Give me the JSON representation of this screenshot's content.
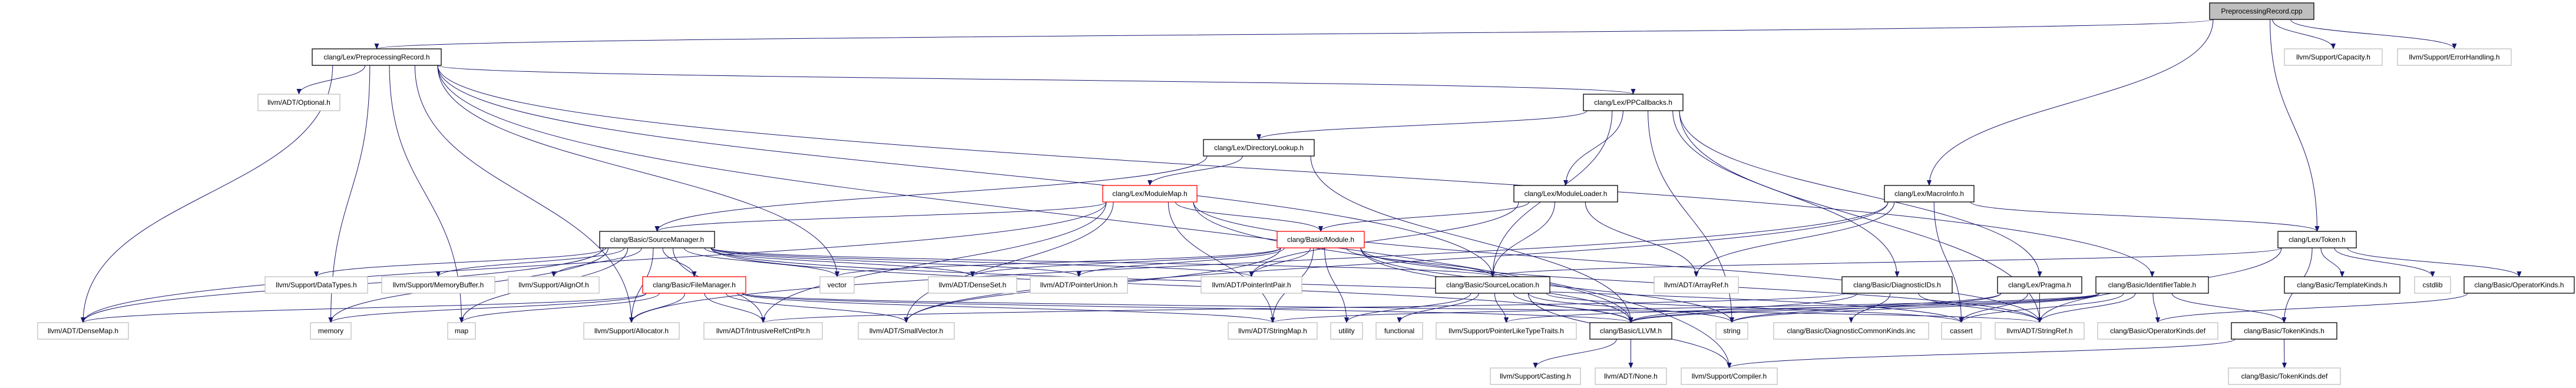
{
  "graph": {
    "edge_color": "#191970",
    "border_colors": {
      "documented": "#000000",
      "external": "#bfbfbf",
      "truncated": "#ff0000"
    },
    "root_fill": "#bfbfbf",
    "nodes": [
      {
        "id": "cpp",
        "label": "PreprocessingRecord.cpp",
        "kind": "root"
      },
      {
        "id": "prh",
        "label": "clang/Lex/PreprocessingRecord.h",
        "kind": "documented"
      },
      {
        "id": "capacity",
        "label": "llvm/Support/Capacity.h",
        "kind": "external"
      },
      {
        "id": "errh",
        "label": "llvm/Support/ErrorHandling.h",
        "kind": "external"
      },
      {
        "id": "optional",
        "label": "llvm/ADT/Optional.h",
        "kind": "external"
      },
      {
        "id": "ppcb",
        "label": "clang/Lex/PPCallbacks.h",
        "kind": "documented"
      },
      {
        "id": "dirlookup",
        "label": "clang/Lex/DirectoryLookup.h",
        "kind": "documented"
      },
      {
        "id": "modmap",
        "label": "clang/Lex/ModuleMap.h",
        "kind": "truncated"
      },
      {
        "id": "modloader",
        "label": "clang/Lex/ModuleLoader.h",
        "kind": "documented"
      },
      {
        "id": "macroinfo",
        "label": "clang/Lex/MacroInfo.h",
        "kind": "documented"
      },
      {
        "id": "srcmgr",
        "label": "clang/Basic/SourceManager.h",
        "kind": "documented"
      },
      {
        "id": "module",
        "label": "clang/Basic/Module.h",
        "kind": "truncated"
      },
      {
        "id": "token",
        "label": "clang/Lex/Token.h",
        "kind": "documented"
      },
      {
        "id": "datatypes",
        "label": "llvm/Support/DataTypes.h",
        "kind": "external"
      },
      {
        "id": "membuf",
        "label": "llvm/Support/MemoryBuffer.h",
        "kind": "external"
      },
      {
        "id": "alignof",
        "label": "llvm/Support/AlignOf.h",
        "kind": "external"
      },
      {
        "id": "filemgr",
        "label": "clang/Basic/FileManager.h",
        "kind": "truncated"
      },
      {
        "id": "vector",
        "label": "vector",
        "kind": "external"
      },
      {
        "id": "denseset",
        "label": "llvm/ADT/DenseSet.h",
        "kind": "external"
      },
      {
        "id": "ptrunion",
        "label": "llvm/ADT/PointerUnion.h",
        "kind": "external"
      },
      {
        "id": "ptrintpair",
        "label": "llvm/ADT/PointerIntPair.h",
        "kind": "external"
      },
      {
        "id": "srcloc",
        "label": "clang/Basic/SourceLocation.h",
        "kind": "documented"
      },
      {
        "id": "arrayref",
        "label": "llvm/ADT/ArrayRef.h",
        "kind": "external"
      },
      {
        "id": "diagids",
        "label": "clang/Basic/DiagnosticIDs.h",
        "kind": "documented"
      },
      {
        "id": "pragma",
        "label": "clang/Lex/Pragma.h",
        "kind": "documented"
      },
      {
        "id": "idtable",
        "label": "clang/Basic/IdentifierTable.h",
        "kind": "documented"
      },
      {
        "id": "tmplkinds",
        "label": "clang/Basic/TemplateKinds.h",
        "kind": "documented"
      },
      {
        "id": "cstdlib",
        "label": "cstdlib",
        "kind": "external"
      },
      {
        "id": "opkinds",
        "label": "clang/Basic/OperatorKinds.h",
        "kind": "documented"
      },
      {
        "id": "densemap",
        "label": "llvm/ADT/DenseMap.h",
        "kind": "external"
      },
      {
        "id": "memory",
        "label": "memory",
        "kind": "external"
      },
      {
        "id": "map",
        "label": "map",
        "kind": "external"
      },
      {
        "id": "allocator",
        "label": "llvm/Support/Allocator.h",
        "kind": "external"
      },
      {
        "id": "irc",
        "label": "llvm/ADT/IntrusiveRefCntPtr.h",
        "kind": "external"
      },
      {
        "id": "smallvec",
        "label": "llvm/ADT/SmallVector.h",
        "kind": "external"
      },
      {
        "id": "stringmap",
        "label": "llvm/ADT/StringMap.h",
        "kind": "external"
      },
      {
        "id": "utility",
        "label": "utility",
        "kind": "external"
      },
      {
        "id": "functional",
        "label": "functional",
        "kind": "external"
      },
      {
        "id": "pltt",
        "label": "llvm/Support/PointerLikeTypeTraits.h",
        "kind": "external"
      },
      {
        "id": "llvmh",
        "label": "clang/Basic/LLVM.h",
        "kind": "documented"
      },
      {
        "id": "string",
        "label": "string",
        "kind": "external"
      },
      {
        "id": "diagcommon",
        "label": "clang/Basic/DiagnosticCommonKinds.inc",
        "kind": "external"
      },
      {
        "id": "cassert",
        "label": "cassert",
        "kind": "external"
      },
      {
        "id": "stringref",
        "label": "llvm/ADT/StringRef.h",
        "kind": "external"
      },
      {
        "id": "opkindsdef",
        "label": "clang/Basic/OperatorKinds.def",
        "kind": "external"
      },
      {
        "id": "tokkinds",
        "label": "clang/Basic/TokenKinds.h",
        "kind": "documented"
      },
      {
        "id": "casting",
        "label": "llvm/Support/Casting.h",
        "kind": "external"
      },
      {
        "id": "none",
        "label": "llvm/ADT/None.h",
        "kind": "external"
      },
      {
        "id": "compiler",
        "label": "llvm/Support/Compiler.h",
        "kind": "external"
      },
      {
        "id": "tokkindsdef",
        "label": "clang/Basic/TokenKinds.def",
        "kind": "external"
      }
    ],
    "edges": [
      [
        "cpp",
        "prh"
      ],
      [
        "cpp",
        "macroinfo"
      ],
      [
        "cpp",
        "token"
      ],
      [
        "cpp",
        "capacity"
      ],
      [
        "cpp",
        "errh"
      ],
      [
        "prh",
        "optional"
      ],
      [
        "prh",
        "ppcb"
      ],
      [
        "prh",
        "srcloc"
      ],
      [
        "prh",
        "idtable"
      ],
      [
        "prh",
        "densemap"
      ],
      [
        "prh",
        "allocator"
      ],
      [
        "prh",
        "compiler"
      ],
      [
        "prh",
        "vector"
      ],
      [
        "prh",
        "memory"
      ],
      [
        "prh",
        "map"
      ],
      [
        "ppcb",
        "dirlookup"
      ],
      [
        "ppcb",
        "modloader"
      ],
      [
        "ppcb",
        "srcloc"
      ],
      [
        "ppcb",
        "diagids"
      ],
      [
        "ppcb",
        "pragma"
      ],
      [
        "ppcb",
        "stringref"
      ],
      [
        "ppcb",
        "string"
      ],
      [
        "dirlookup",
        "modmap"
      ],
      [
        "dirlookup",
        "srcmgr"
      ],
      [
        "dirlookup",
        "llvmh"
      ],
      [
        "modmap",
        "srcmgr"
      ],
      [
        "modmap",
        "module"
      ],
      [
        "modmap",
        "densemap"
      ],
      [
        "modmap",
        "irc"
      ],
      [
        "modmap",
        "smallvec"
      ],
      [
        "modmap",
        "stringmap"
      ],
      [
        "modmap",
        "stringref"
      ],
      [
        "modmap",
        "llvmh"
      ],
      [
        "modloader",
        "module"
      ],
      [
        "modloader",
        "srcloc"
      ],
      [
        "modloader",
        "arrayref"
      ],
      [
        "modloader",
        "ptrintpair"
      ],
      [
        "macroinfo",
        "token"
      ],
      [
        "macroinfo",
        "arrayref"
      ],
      [
        "macroinfo",
        "allocator"
      ],
      [
        "macroinfo",
        "smallvec"
      ],
      [
        "macroinfo",
        "cassert"
      ],
      [
        "srcmgr",
        "filemgr"
      ],
      [
        "srcmgr",
        "srcloc"
      ],
      [
        "srcmgr",
        "llvmh"
      ],
      [
        "srcmgr",
        "datatypes"
      ],
      [
        "srcmgr",
        "membuf"
      ],
      [
        "srcmgr",
        "alignof"
      ],
      [
        "srcmgr",
        "vector"
      ],
      [
        "srcmgr",
        "denseset"
      ],
      [
        "srcmgr",
        "ptrunion"
      ],
      [
        "srcmgr",
        "ptrintpair"
      ],
      [
        "srcmgr",
        "densemap"
      ],
      [
        "srcmgr",
        "allocator"
      ],
      [
        "srcmgr",
        "irc"
      ],
      [
        "srcmgr",
        "memory"
      ],
      [
        "srcmgr",
        "map"
      ],
      [
        "srcmgr",
        "cassert"
      ],
      [
        "module",
        "srcloc"
      ],
      [
        "module",
        "llvmh"
      ],
      [
        "module",
        "denseset"
      ],
      [
        "module",
        "ptrunion"
      ],
      [
        "module",
        "ptrintpair"
      ],
      [
        "module",
        "smallvec"
      ],
      [
        "module",
        "stringmap"
      ],
      [
        "module",
        "stringref"
      ],
      [
        "module",
        "vector"
      ],
      [
        "module",
        "string"
      ],
      [
        "module",
        "utility"
      ],
      [
        "filemgr",
        "llvmh"
      ],
      [
        "filemgr",
        "allocator"
      ],
      [
        "filemgr",
        "irc"
      ],
      [
        "filemgr",
        "smallvec"
      ],
      [
        "filemgr",
        "stringmap"
      ],
      [
        "filemgr",
        "stringref"
      ],
      [
        "filemgr",
        "densemap"
      ],
      [
        "filemgr",
        "memory"
      ],
      [
        "filemgr",
        "map"
      ],
      [
        "token",
        "srcloc"
      ],
      [
        "token",
        "tmplkinds"
      ],
      [
        "token",
        "cstdlib"
      ],
      [
        "token",
        "opkinds"
      ],
      [
        "token",
        "tokkinds"
      ],
      [
        "token",
        "stringref"
      ],
      [
        "srcloc",
        "llvmh"
      ],
      [
        "srcloc",
        "pltt"
      ],
      [
        "srcloc",
        "compiler"
      ],
      [
        "srcloc",
        "utility"
      ],
      [
        "srcloc",
        "functional"
      ],
      [
        "srcloc",
        "string"
      ],
      [
        "srcloc",
        "cassert"
      ],
      [
        "diagids",
        "llvmh"
      ],
      [
        "diagids",
        "irc"
      ],
      [
        "diagids",
        "stringref"
      ],
      [
        "diagids",
        "diagcommon"
      ],
      [
        "pragma",
        "llvmh"
      ],
      [
        "pragma",
        "stringref"
      ],
      [
        "pragma",
        "cassert"
      ],
      [
        "pragma",
        "string"
      ],
      [
        "idtable",
        "tokkinds"
      ],
      [
        "idtable",
        "opkindsdef"
      ],
      [
        "idtable",
        "llvmh"
      ],
      [
        "idtable",
        "stringref"
      ],
      [
        "idtable",
        "stringmap"
      ],
      [
        "idtable",
        "cassert"
      ],
      [
        "idtable",
        "string"
      ],
      [
        "idtable",
        "pltt"
      ],
      [
        "opkinds",
        "opkindsdef"
      ],
      [
        "tokkinds",
        "tokkindsdef"
      ],
      [
        "tokkinds",
        "compiler"
      ],
      [
        "llvmh",
        "casting"
      ],
      [
        "llvmh",
        "none"
      ]
    ]
  }
}
